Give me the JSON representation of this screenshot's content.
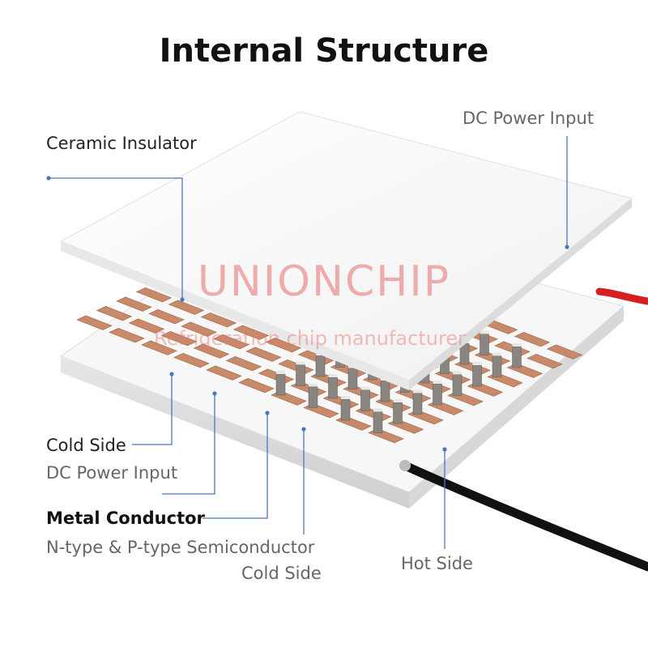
{
  "title": "Internal Structure",
  "labels": {
    "dc_power_input_top": "DC Power Input",
    "ceramic_insulator": "Ceramic Insulator",
    "cold_side_1": "Cold Side",
    "dc_power_input_left": "DC Power Input",
    "metal_conductor": "Metal Conductor",
    "semiconductor": "N-type & P-type Semiconductor",
    "cold_side_2": "Cold Side",
    "hot_side": "Hot Side"
  },
  "watermark": {
    "brand": "UNIONCHIP",
    "tagline": "Refrigeration chip manufacturer"
  },
  "colors": {
    "ceramic": "#fbfbfb",
    "copper": "#c98a6a",
    "semiconductor": "#8a8580",
    "leader_line": "#4a78c0",
    "wire_red": "#d42020",
    "wire_black": "#111111"
  }
}
